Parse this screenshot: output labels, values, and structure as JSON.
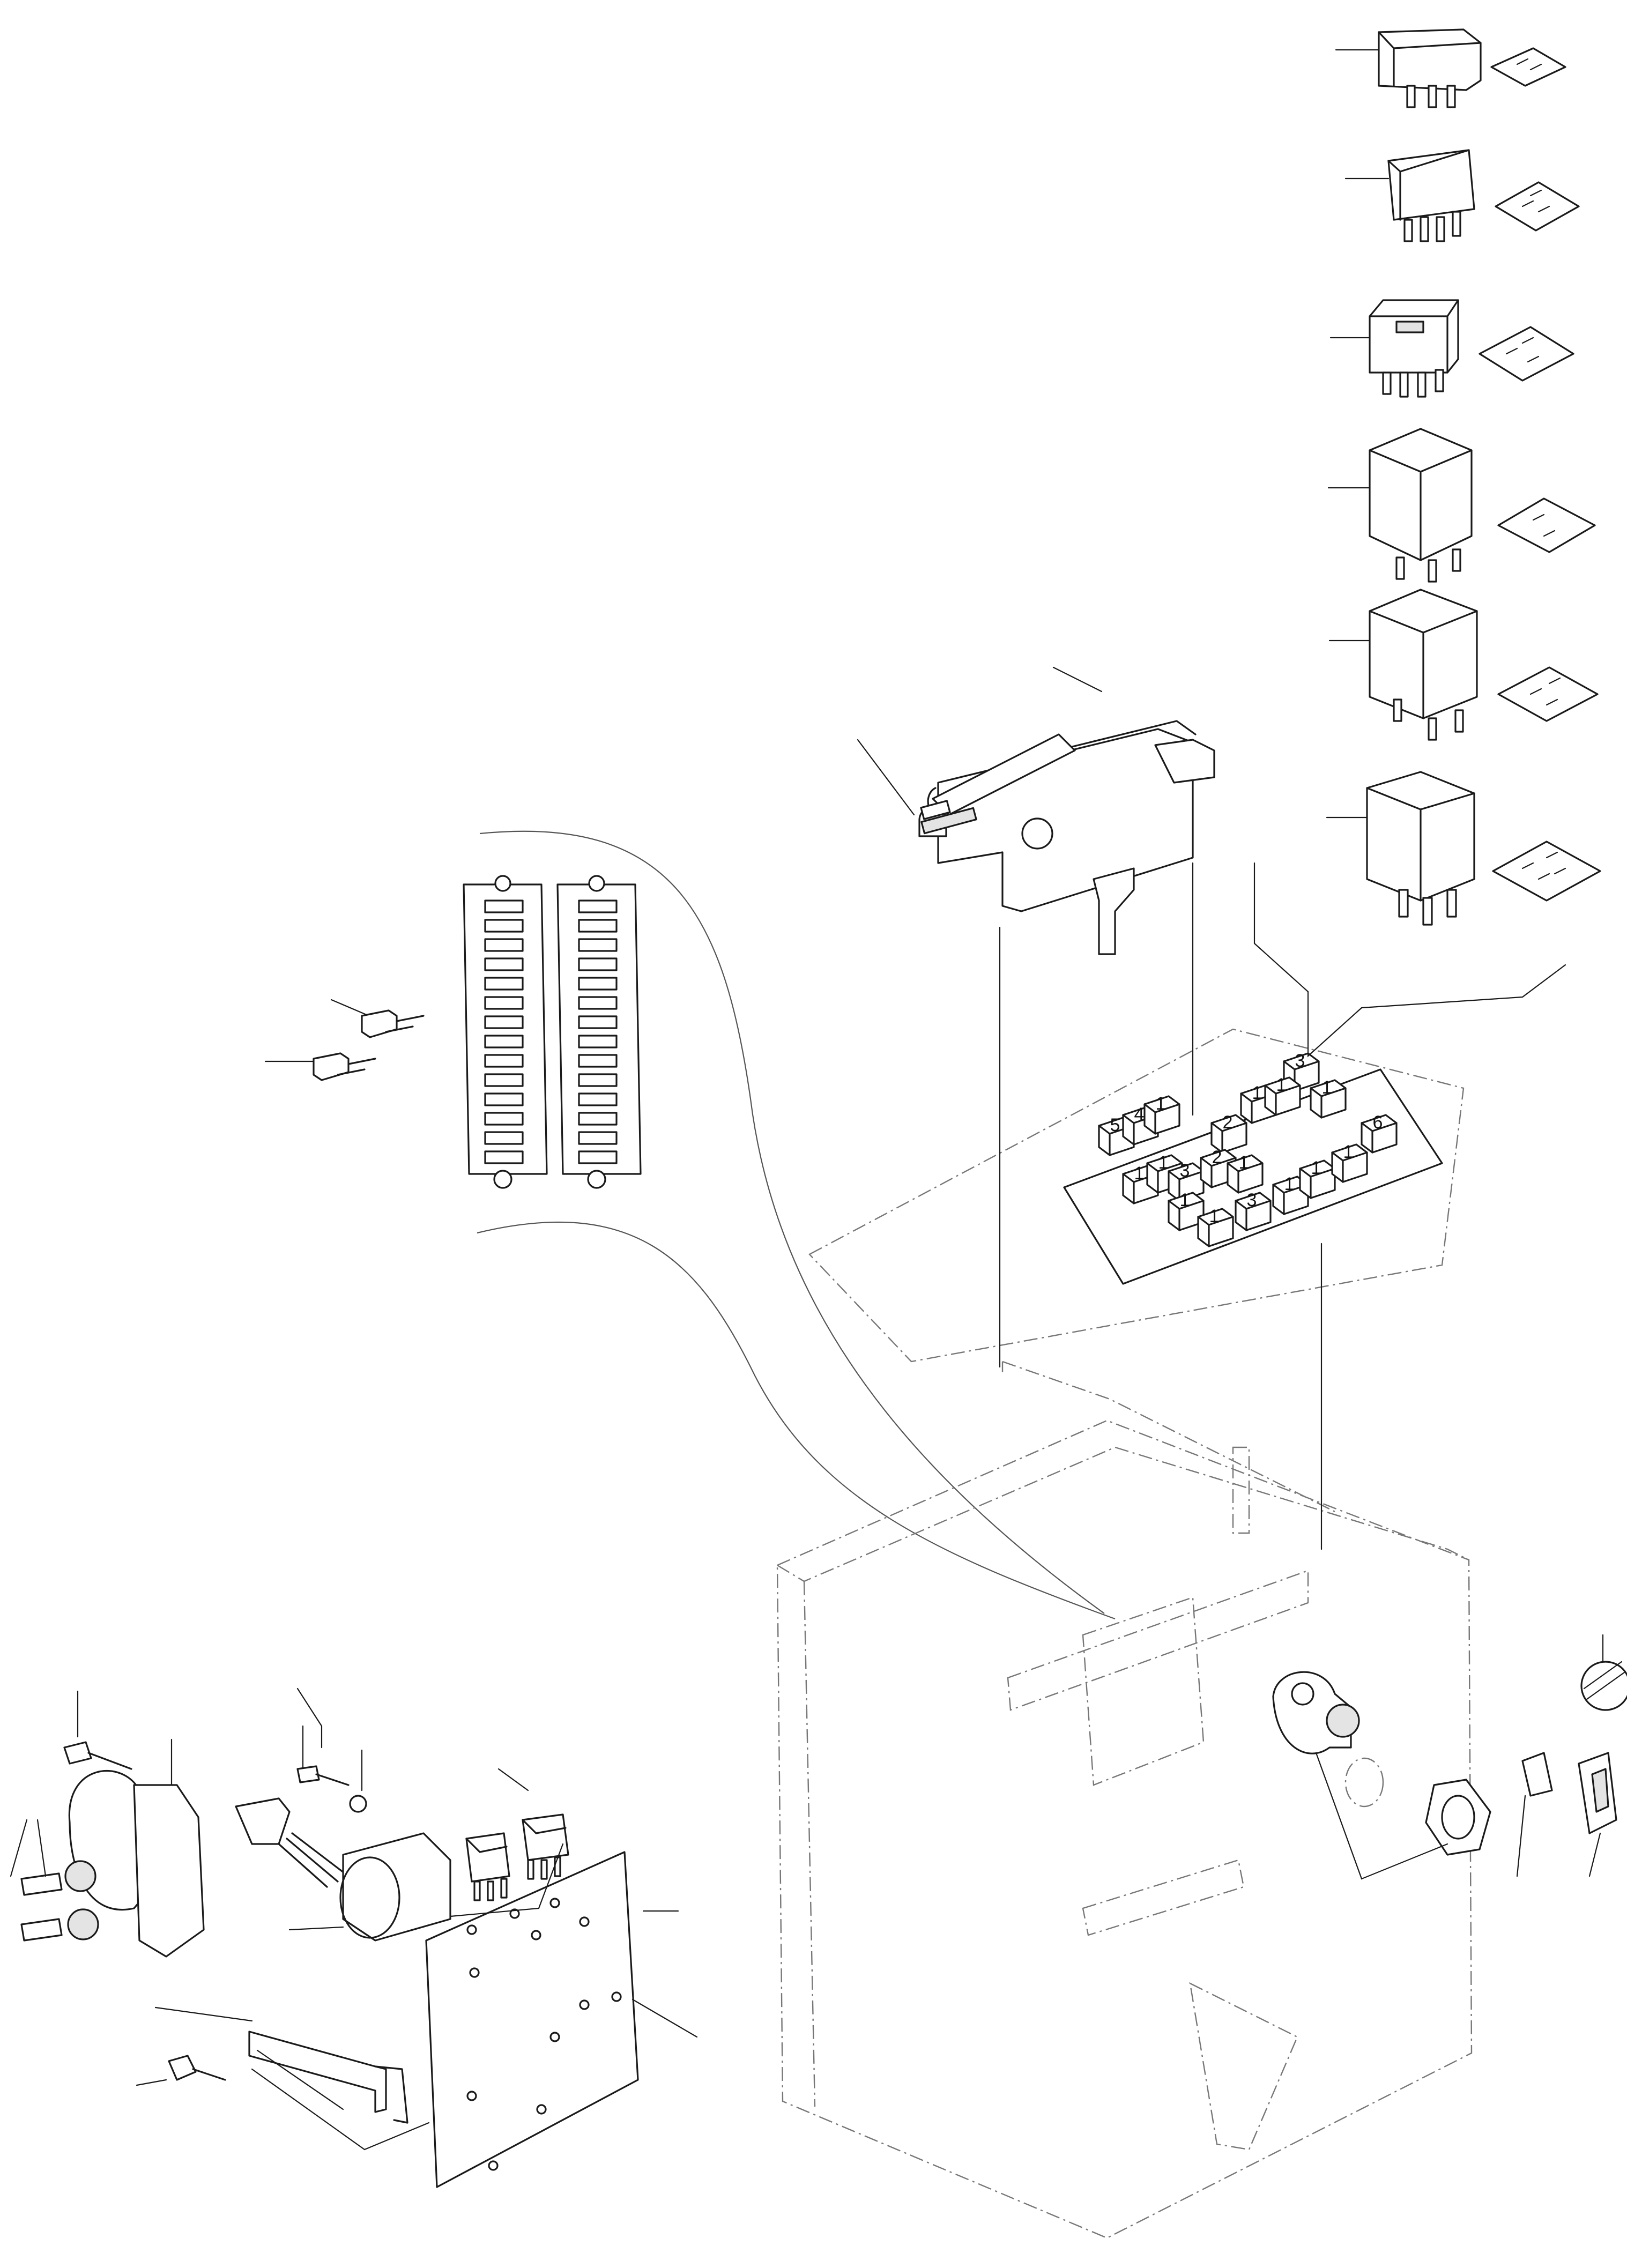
{
  "drawing": {
    "type": "exploded-parts-diagram",
    "relays": {
      "count": 6
    },
    "relay_panel": {
      "position_numbers": [
        "5",
        "4",
        "1",
        "3",
        "2",
        "1",
        "1",
        "1",
        "6",
        "1",
        "1",
        "3",
        "2",
        "1",
        "1",
        "1",
        "3",
        "1",
        "1",
        "1"
      ]
    },
    "fuse_blocks": {
      "count": 2
    }
  }
}
